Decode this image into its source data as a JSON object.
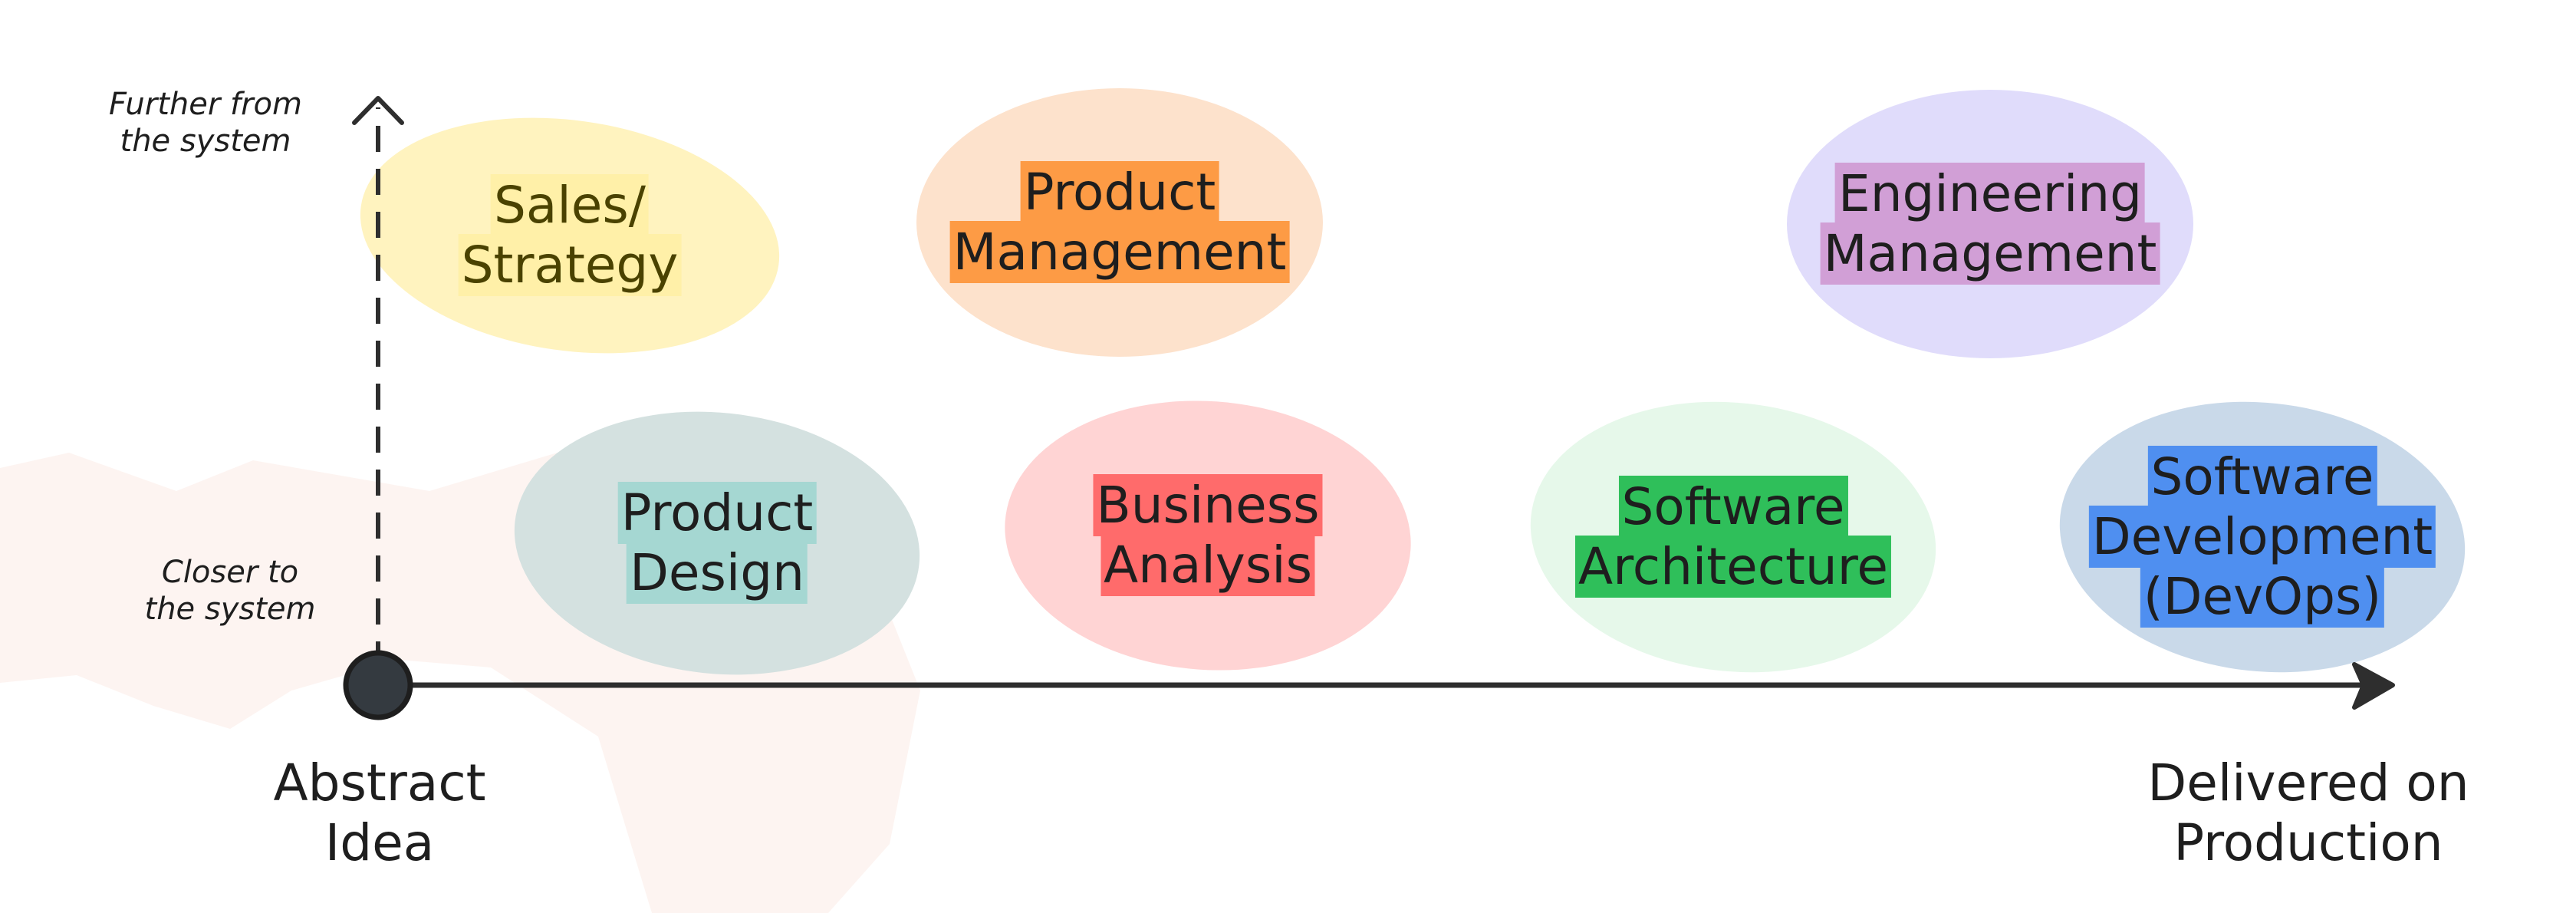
{
  "y_axis": {
    "top_label": [
      "Further from",
      "the system"
    ],
    "bottom_label": [
      "Closer to",
      "the system"
    ]
  },
  "x_axis": {
    "start_label": [
      "Abstract",
      "Idea"
    ],
    "end_label": [
      "Delivered on",
      "Production"
    ]
  },
  "roles": [
    {
      "id": "sales-strategy",
      "lines": [
        "Sales/",
        "Strategy"
      ],
      "level": "further",
      "blob_color": "#fff3bf",
      "highlight_color": "#fff0a8",
      "text_color": "#4a4200"
    },
    {
      "id": "product-management",
      "lines": [
        "Product",
        "Management"
      ],
      "level": "further",
      "blob_color": "#fde2cc",
      "highlight_color": "#fd9b45",
      "text_color": "#1e1e1e"
    },
    {
      "id": "engineering-management",
      "lines": [
        "Engineering",
        "Management"
      ],
      "level": "further",
      "blob_color": "#e0dcfb",
      "highlight_color": "#d19fd6",
      "text_color": "#1e1e1e"
    },
    {
      "id": "product-design",
      "lines": [
        "Product",
        "Design"
      ],
      "level": "closer",
      "blob_color": "#d4e1e0",
      "highlight_color": "#a5d7d2",
      "text_color": "#1e1e1e"
    },
    {
      "id": "business-analysis",
      "lines": [
        "Business",
        "Analysis"
      ],
      "level": "closer",
      "blob_color": "#ffd4d4",
      "highlight_color": "#ff6b6b",
      "text_color": "#1e1e1e"
    },
    {
      "id": "software-architecture",
      "lines": [
        "Software",
        "Architecture"
      ],
      "level": "closer",
      "blob_color": "#e6f8ea",
      "highlight_color": "#2fbf5a",
      "text_color": "#1e1e1e"
    },
    {
      "id": "software-development",
      "lines": [
        "Software",
        "Development",
        "(DevOps)"
      ],
      "level": "closer",
      "blob_color": "#c9d9e9",
      "highlight_color": "#4f8ff0",
      "text_color": "#1e1e1e"
    }
  ],
  "colors": {
    "axis": "#2e2e2e",
    "origin_dot": "#343a40",
    "background_watermark": "#fdeeea"
  }
}
